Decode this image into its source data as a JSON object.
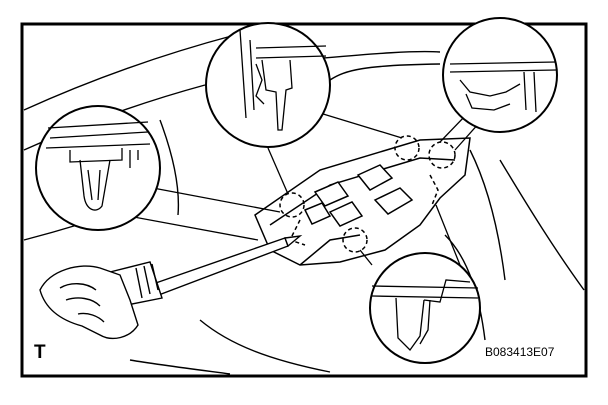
{
  "figure": {
    "view_label": "T",
    "figure_code": "B083413E07",
    "callouts": [
      {
        "name": "upper-left-clip-detail"
      },
      {
        "name": "top-middle-clip-detail"
      },
      {
        "name": "upper-right-clip-detail"
      },
      {
        "name": "lower-right-clip-detail"
      }
    ],
    "parts": [
      "window-switch-panel",
      "screwdriver",
      "hand",
      "door-trim"
    ],
    "line_color": "#000000",
    "background_color": "#ffffff"
  }
}
